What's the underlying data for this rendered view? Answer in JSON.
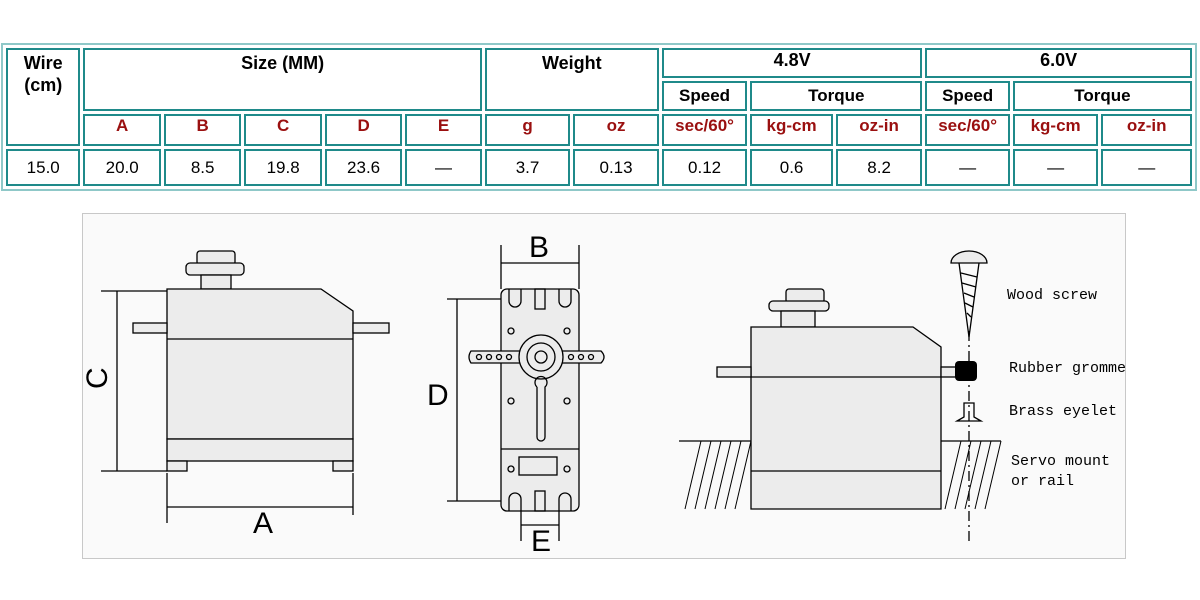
{
  "table": {
    "wire_header": "Wire\n(cm)",
    "size_header": "Size (MM)",
    "weight_header": "Weight",
    "v48_header": "4.8V",
    "v60_header": "6.0V",
    "speed_label": "Speed",
    "torque_label": "Torque",
    "col_a": "A",
    "col_b": "B",
    "col_c": "C",
    "col_d": "D",
    "col_e": "E",
    "col_g": "g",
    "col_oz": "oz",
    "col_sec_48": "sec/60°",
    "col_kgcm_48": "kg-cm",
    "col_ozin_48": "oz-in",
    "col_sec_60": "sec/60°",
    "col_kgcm_60": "kg-cm",
    "col_ozin_60": "oz-in",
    "values": [
      "15.0",
      "20.0",
      "8.5",
      "19.8",
      "23.6",
      "—",
      "3.7",
      "0.13",
      "0.12",
      "0.6",
      "8.2",
      "—",
      "—",
      "—"
    ]
  },
  "drawing": {
    "dim_a": "A",
    "dim_b": "B",
    "dim_c": "C",
    "dim_d": "D",
    "dim_e": "E",
    "wood_screw": "Wood screw",
    "rubber_grommet": "Rubber grommet",
    "brass_eyelet": "Brass eyelet",
    "servo_mount_1": "Servo mount",
    "servo_mount_2": "or rail"
  }
}
